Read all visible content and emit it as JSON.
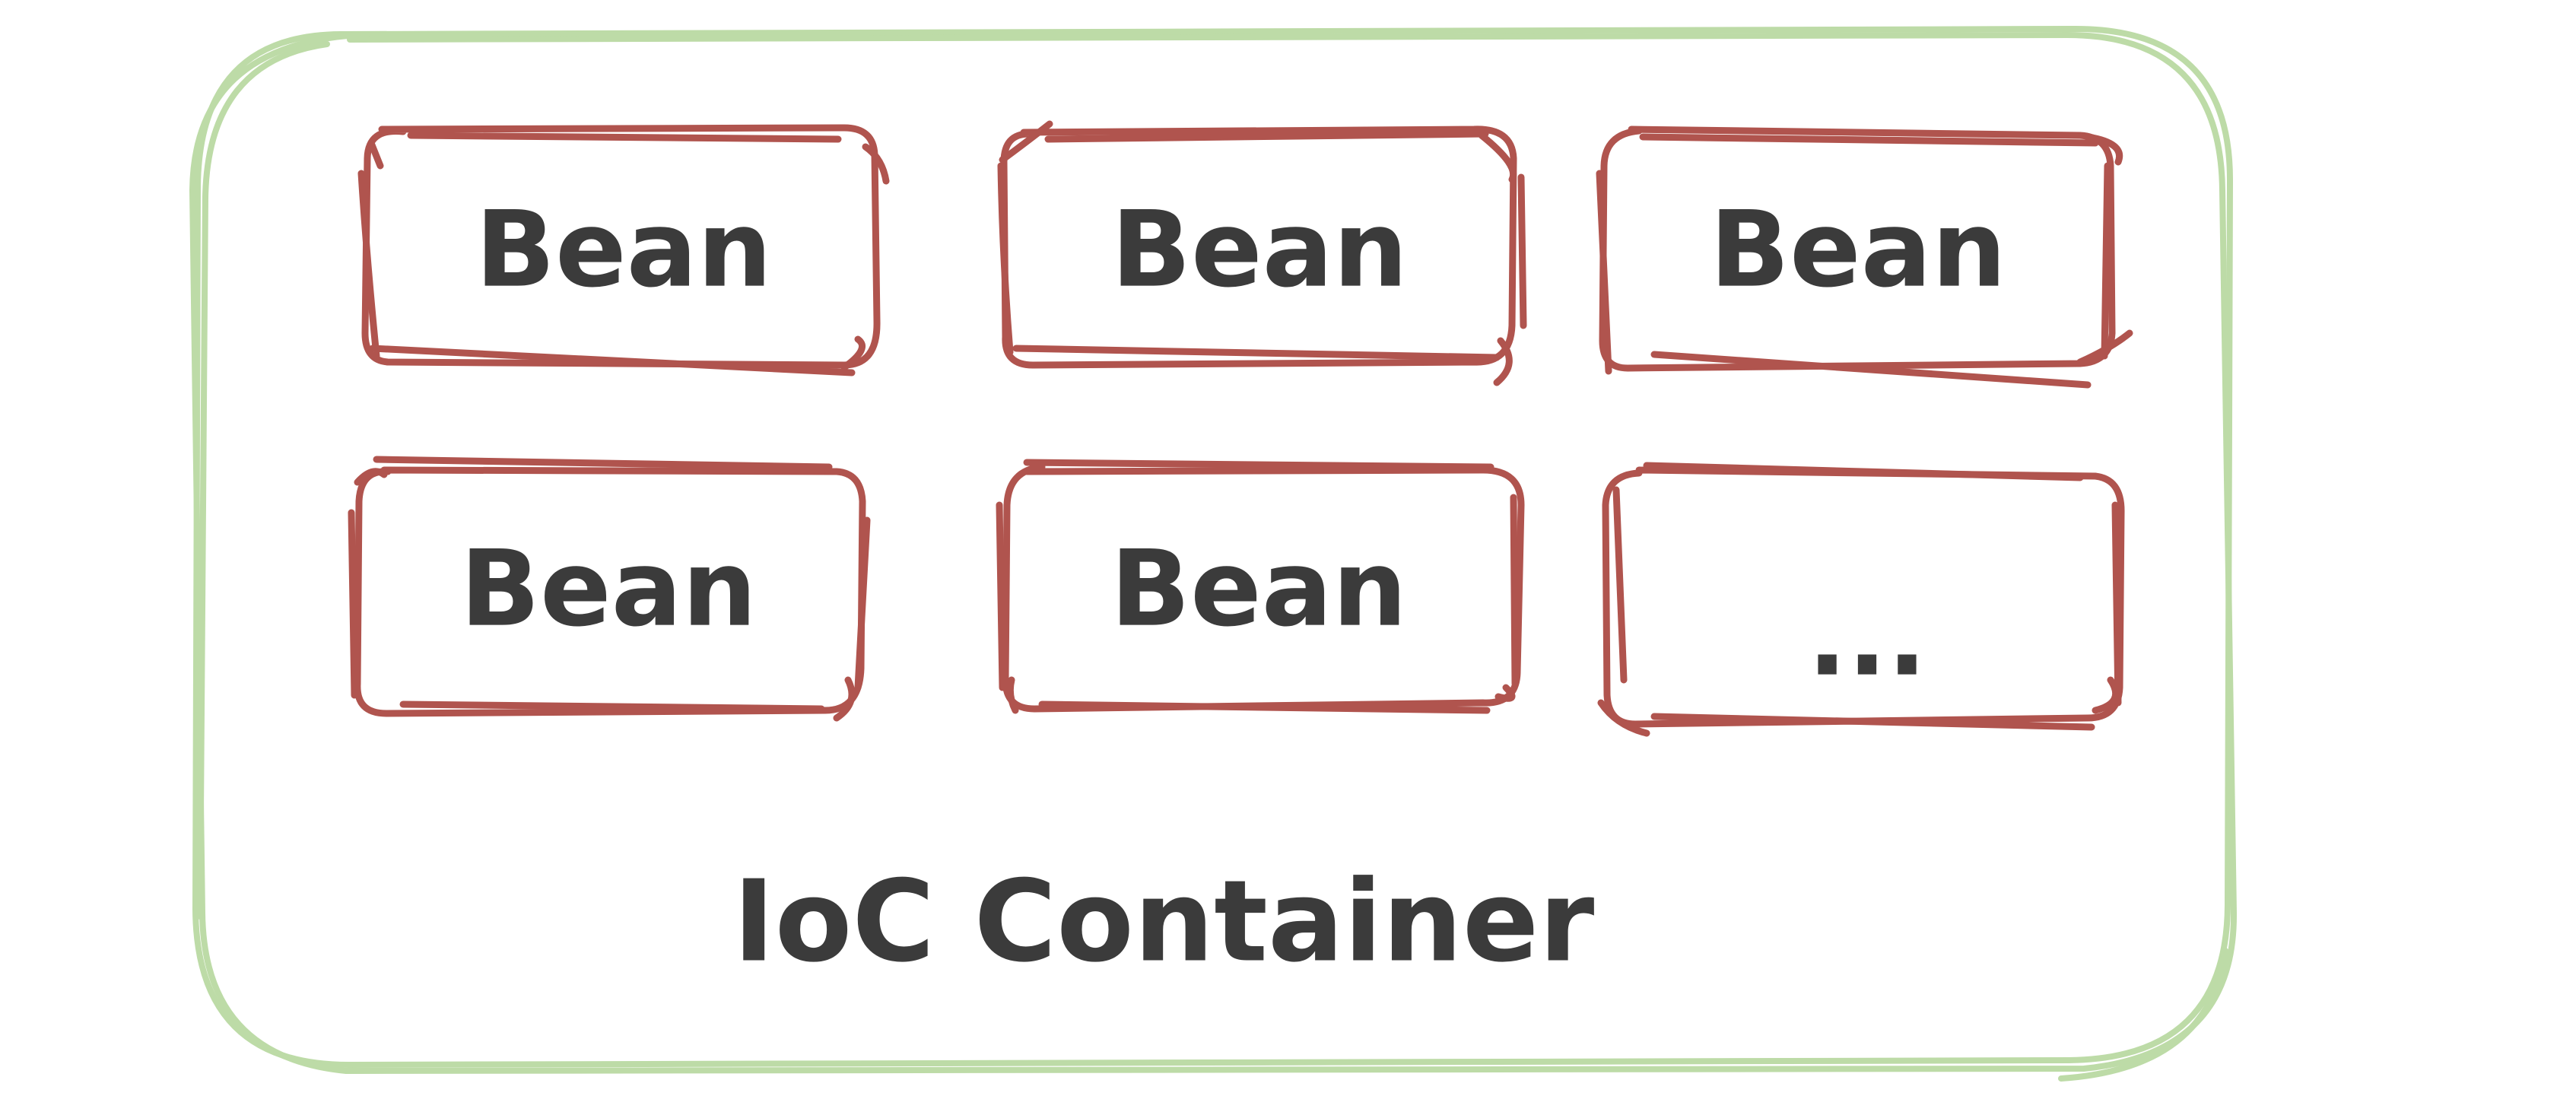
{
  "container": {
    "label": "IoC Container",
    "color": "#bddba7"
  },
  "beans": [
    {
      "label": "Bean"
    },
    {
      "label": "Bean"
    },
    {
      "label": "Bean"
    },
    {
      "label": "Bean"
    },
    {
      "label": "Bean"
    },
    {
      "label": "..."
    }
  ],
  "colors": {
    "bean_border": "#b0544e",
    "text": "#3b3b3b",
    "background": "#ffffff"
  }
}
